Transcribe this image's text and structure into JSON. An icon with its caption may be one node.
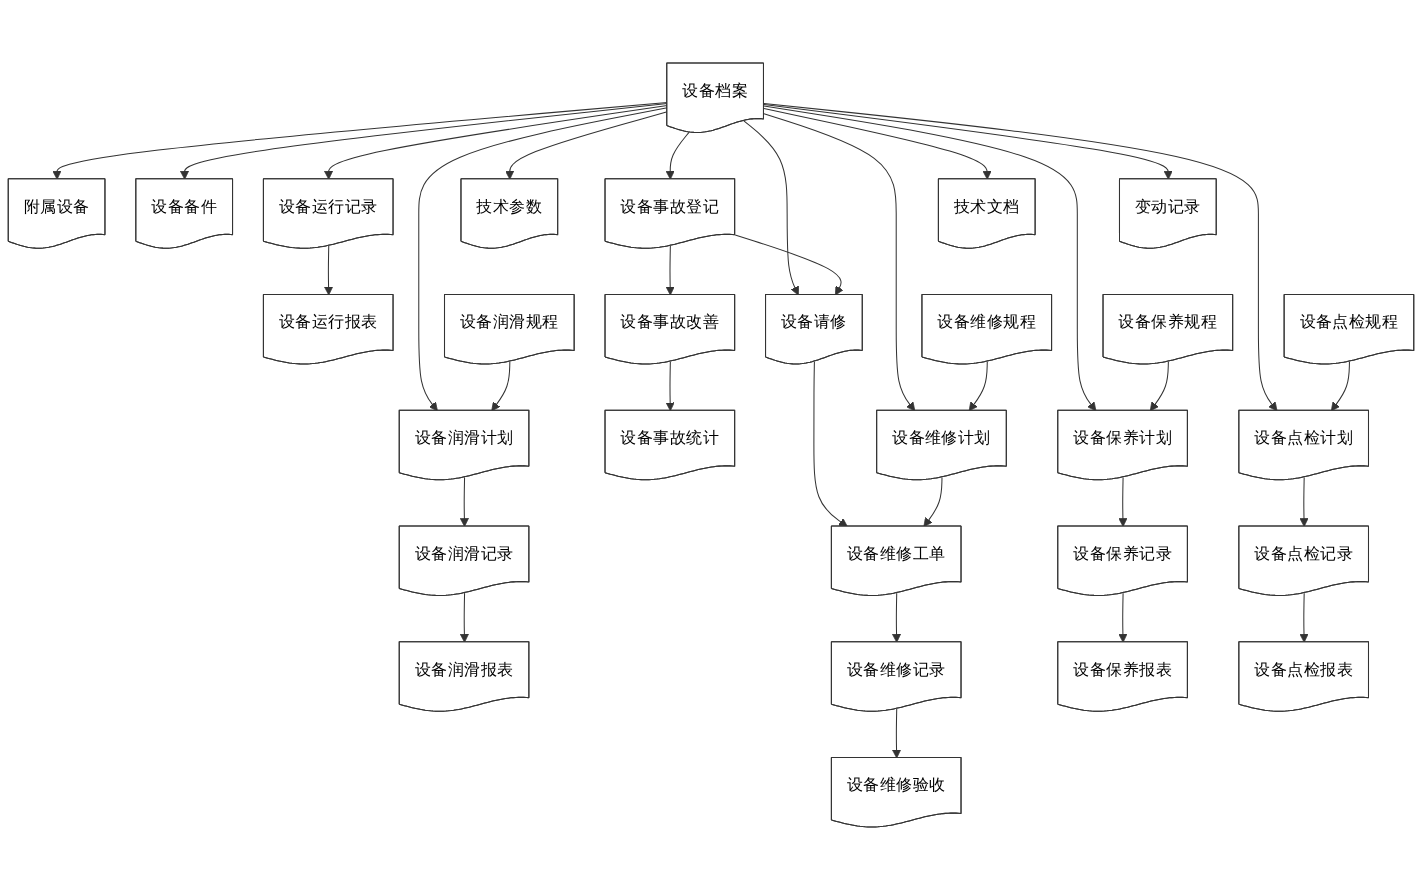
{
  "diagram": {
    "nodes": [
      {
        "text": [
          "设备档案"
        ]
      },
      {
        "text": [
          "附属设备"
        ]
      },
      {
        "text": [
          "设备备件"
        ]
      },
      {
        "text": [
          "技术参数"
        ]
      },
      {
        "text": [
          "技术文档"
        ]
      },
      {
        "text": [
          "变动记录"
        ]
      },
      {
        "text": [
          "设备润滑规程"
        ]
      },
      {
        "text": [
          "设备维修规程"
        ]
      },
      {
        "text": [
          "设备保养规程"
        ]
      },
      {
        "text": [
          "设备点检规程"
        ]
      },
      {
        "text": [
          "设备运行记录"
        ]
      },
      {
        "text": [
          "设备润滑计划"
        ]
      },
      {
        "text": [
          "设备事故登记"
        ]
      },
      {
        "text": [
          "设备请修"
        ]
      },
      {
        "text": [
          "设备维修计划"
        ]
      },
      {
        "text": [
          "设备保养计划"
        ]
      },
      {
        "text": [
          "设备点检计划"
        ]
      },
      {
        "text": [
          "设备运行报表"
        ]
      },
      {
        "text": [
          "设备润滑记录"
        ]
      },
      {
        "text": [
          "设备事故改善"
        ]
      },
      {
        "text": [
          "设备维修工单"
        ]
      },
      {
        "text": [
          "设备保养记录"
        ]
      },
      {
        "text": [
          "设备点检记录"
        ]
      },
      {
        "text": [
          "设备润滑报表"
        ]
      },
      {
        "text": [
          "设备事故统计"
        ]
      },
      {
        "text": [
          "设备维修记录"
        ]
      },
      {
        "text": [
          "设备保养报表"
        ]
      },
      {
        "text": [
          "设备点检报表"
        ]
      },
      {
        "text": [
          "设备维修验收"
        ]
      }
    ],
    "edges": [
      {
        "from": 0,
        "to": 1,
        "arrow": "to"
      },
      {
        "from": 0,
        "to": 2,
        "arrow": "to"
      },
      {
        "from": 0,
        "to": 3,
        "arrow": "to"
      },
      {
        "from": 0,
        "to": 4,
        "arrow": "to"
      },
      {
        "from": 0,
        "to": 5,
        "arrow": "to"
      },
      {
        "from": 0,
        "to": 10,
        "arrow": "to"
      },
      {
        "from": 0,
        "to": 11,
        "arrow": "to"
      },
      {
        "from": 0,
        "to": 12,
        "arrow": "to"
      },
      {
        "from": 0,
        "to": 13,
        "arrow": "to"
      },
      {
        "from": 0,
        "to": 14,
        "arrow": "to"
      },
      {
        "from": 0,
        "to": 15,
        "arrow": "to"
      },
      {
        "from": 0,
        "to": 16,
        "arrow": "to"
      },
      {
        "from": 6,
        "to": 11,
        "arrow": "to"
      },
      {
        "from": 7,
        "to": 14,
        "arrow": "to"
      },
      {
        "from": 8,
        "to": 15,
        "arrow": "to"
      },
      {
        "from": 9,
        "to": 16,
        "arrow": "to"
      },
      {
        "from": 12,
        "to": 13,
        "arrow": "to"
      },
      {
        "from": 10,
        "to": 17,
        "arrow": "to"
      },
      {
        "from": 11,
        "to": 18,
        "arrow": "to"
      },
      {
        "from": 18,
        "to": 23,
        "arrow": "to"
      },
      {
        "from": 12,
        "to": 19,
        "arrow": "to"
      },
      {
        "from": 19,
        "to": 24,
        "arrow": "to"
      },
      {
        "from": 13,
        "to": 20,
        "arrow": "to"
      },
      {
        "from": 14,
        "to": 20,
        "arrow": "to"
      },
      {
        "from": 20,
        "to": 25,
        "arrow": "to"
      },
      {
        "from": 25,
        "to": 28,
        "arrow": "to"
      },
      {
        "from": 15,
        "to": 21,
        "arrow": "to"
      },
      {
        "from": 21,
        "to": 26,
        "arrow": "to"
      },
      {
        "from": 16,
        "to": 22,
        "arrow": "to"
      },
      {
        "from": 22,
        "to": 27,
        "arrow": "to"
      }
    ]
  }
}
